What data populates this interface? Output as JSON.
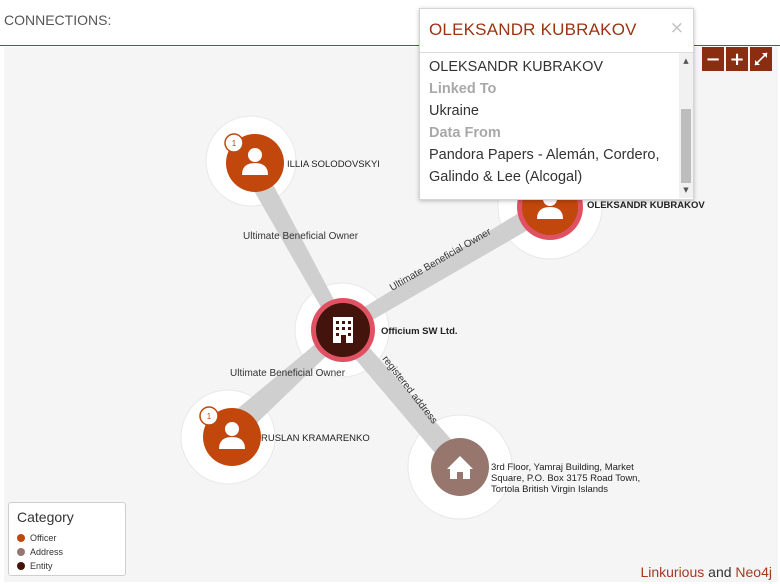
{
  "header": {
    "title": "CONNECTIONS:"
  },
  "colors": {
    "accent": "#a33a22",
    "officer": "#c1470d",
    "address": "#97776d",
    "entity": "#42140c",
    "selected_ring": "#e05263"
  },
  "graph": {
    "nodes": [
      {
        "id": "illia",
        "label": "ILLIA SOLODOVSKYI",
        "category": "officer",
        "badge": "1",
        "icon": "person-icon"
      },
      {
        "id": "oleksandr",
        "label": "OLEKSANDR KUBRAKOV",
        "category": "officer",
        "badge": "",
        "icon": "person-icon"
      },
      {
        "id": "officium",
        "label": "Officium SW Ltd.",
        "category": "entity",
        "badge": "",
        "icon": "building-icon"
      },
      {
        "id": "ruslan",
        "label": "RUSLAN KRAMARENKO",
        "category": "officer",
        "badge": "1",
        "icon": "person-icon"
      },
      {
        "id": "address",
        "label": [
          "3rd Floor, Yamraj Building, Market",
          "Square, P.O. Box 3175 Road Town,",
          "Tortola British Virgin Islands"
        ],
        "category": "address",
        "badge": "",
        "icon": "house-icon"
      }
    ],
    "edges": [
      {
        "from": "illia",
        "to": "officium",
        "label": "Ultimate Beneficial Owner"
      },
      {
        "from": "oleksandr",
        "to": "officium",
        "label": "Ultimate Beneficial Owner"
      },
      {
        "from": "ruslan",
        "to": "officium",
        "label": "Ultimate Beneficial Owner"
      },
      {
        "from": "officium",
        "to": "address",
        "label": "registered address"
      }
    ]
  },
  "zoom_controls": {
    "zoom_out": "−",
    "zoom_in": "+",
    "fullscreen": "fullscreen-icon"
  },
  "popup": {
    "title": "OLEKSANDR KUBRAKOV",
    "close": "×",
    "name": "OLEKSANDR KUBRAKOV",
    "linked_to_label": "Linked To",
    "linked_to_value": "Ukraine",
    "data_from_label": "Data From",
    "data_from_line1": "Pandora Papers - Alemán, Cordero,",
    "data_from_line2": "Galindo & Lee (Alcogal)"
  },
  "legend": {
    "title": "Category",
    "items": [
      {
        "label": "Officer",
        "color": "#c1470d"
      },
      {
        "label": "Address",
        "color": "#97776d"
      },
      {
        "label": "Entity",
        "color": "#42140c"
      }
    ]
  },
  "credits": {
    "linkurious": "Linkurious",
    "and": " and ",
    "neo4j": "Neo4j"
  }
}
